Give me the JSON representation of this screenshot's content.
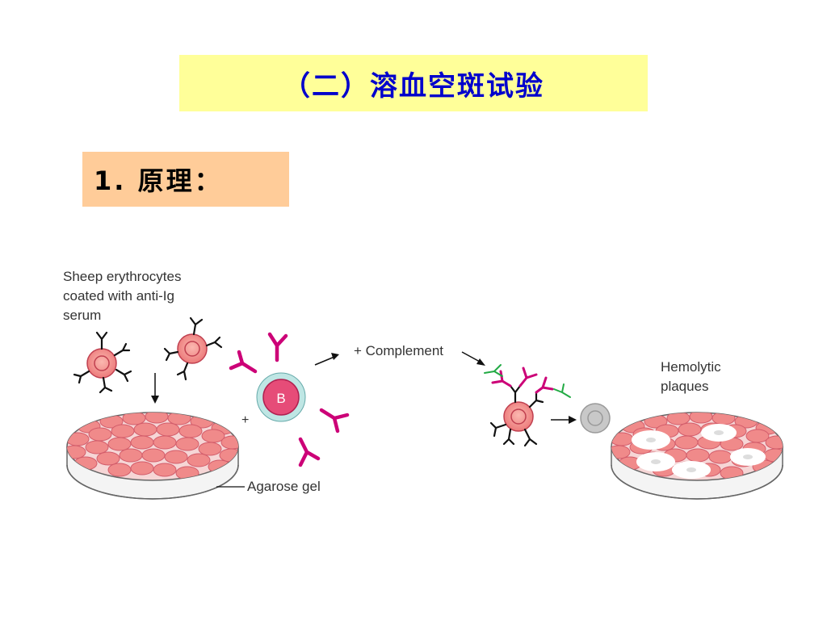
{
  "slide": {
    "title": "（二）溶血空斑试验",
    "section": "1. 原理："
  },
  "diagram": {
    "label_sheep_line1": "Sheep erythrocytes",
    "label_sheep_line2": "coated with anti-Ig",
    "label_sheep_line3": "serum",
    "label_b_cell": "B",
    "label_plus": "+",
    "label_complement": "+ Complement",
    "label_agarose": "Agarose gel",
    "label_hemolytic_line1": "Hemolytic",
    "label_hemolytic_line2": "plaques"
  },
  "colors": {
    "title_bg": "#ffff99",
    "title_text": "#0000cc",
    "section_bg": "#ffcc99",
    "cell_fill": "#f08a8a",
    "antibody_magenta": "#cc0077",
    "complement_green": "#22aa44",
    "bcell_halo": "#aadddd"
  }
}
